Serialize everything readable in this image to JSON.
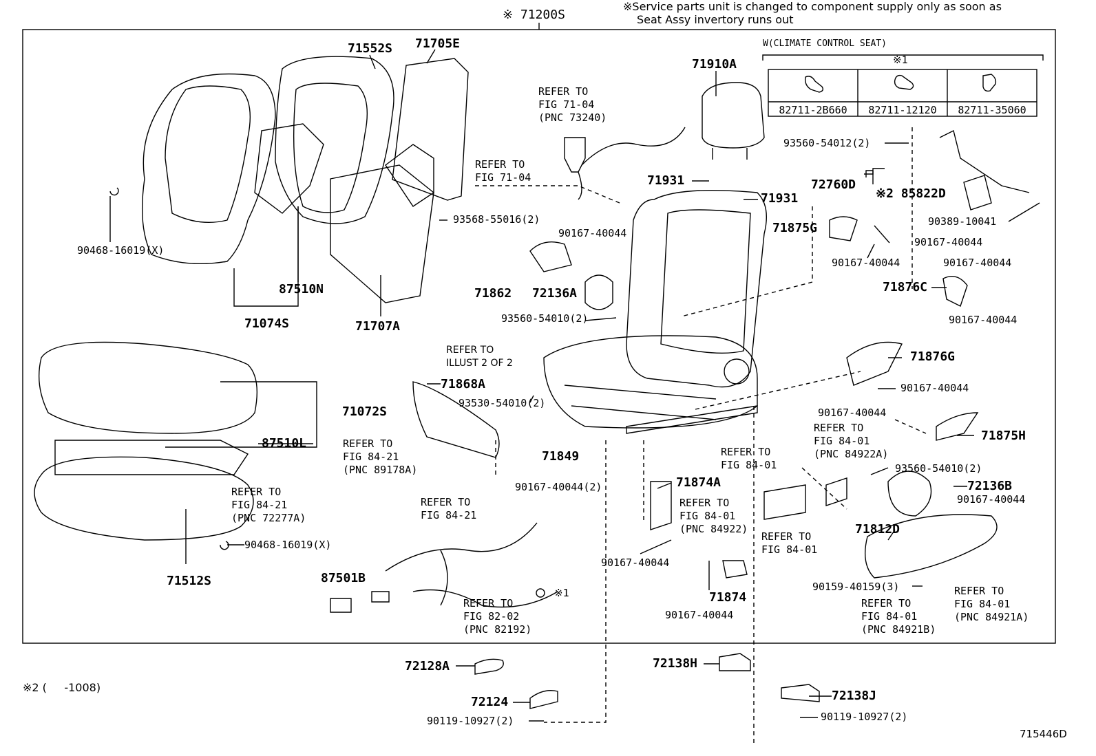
{
  "header": {
    "assembly": "※ 71200S",
    "notice_line1": "※Service parts unit is changed to component supply only as soon as",
    "notice_line2": "Seat Assy invertory runs out"
  },
  "climate": {
    "title": "W(CLIMATE CONTROL SEAT)",
    "mark": "※1",
    "parts": [
      "82711-2B660",
      "82711-12120",
      "82711-35060"
    ]
  },
  "parts": {
    "p71552S": "71552S",
    "p71705E": "71705E",
    "p71910A": "71910A",
    "p90468_16019_top": "90468-16019(X)",
    "p87510N": "87510N",
    "p71074S": "71074S",
    "p71707A": "71707A",
    "p93568_55016": "93568-55016(2)",
    "p93560_54012": "93560-54012(2)",
    "p72760D": "72760D",
    "p85822D": "※2 85822D",
    "p71931a": "71931",
    "p71931b": "71931",
    "p90389_10041": "90389-10041",
    "p71875G": "71875G",
    "p90167_a": "90167-40044",
    "p90167_b": "90167-40044",
    "p90167_c": "90167-40044",
    "p90167_d": "90167-40044",
    "p90167_e": "90167-40044",
    "p71876C": "71876C",
    "p71862": "71862",
    "p72136A": "72136A",
    "p93560_54010a": "93560-54010(2)",
    "p71876G": "71876G",
    "p90167_f": "90167-40044",
    "p71868A": "71868A",
    "p93530_54010": "93530-54010(2)",
    "p71072S": "71072S",
    "p87510L": "87510L",
    "p71849": "71849",
    "p90167_g": "90167-40044",
    "p71875H": "71875H",
    "p90167_h": "90167-40044(2)",
    "p93560_54010b": "93560-54010(2)",
    "p72136B": "72136B",
    "p71874A": "71874A",
    "p90167_i": "90167-40044",
    "p71812D": "71812D",
    "p90468_16019_bot": "90468-16019(X)",
    "p71512S": "71512S",
    "p87501B": "87501B",
    "p90167_j": "90167-40044",
    "p71874": "71874",
    "p90167_k": "90167-40044",
    "p90159_40159": "90159-40159(3)",
    "p72128A": "72128A",
    "p72138H": "72138H",
    "p72124": "72124",
    "p72138J": "72138J",
    "p90119_a": "90119-10927(2)",
    "p90119_b": "90119-10927(2)",
    "mark1": "※1"
  },
  "refs": {
    "r71_04_pnc": "REFER TO\nFIG 71-04\n(PNC 73240)",
    "r71_04": "REFER TO\nFIG 71-04",
    "r_illust": "REFER TO\nILLUST 2 OF 2",
    "r84_21_pnc89178": "REFER TO\nFIG 84-21\n(PNC 89178A)",
    "r84_21_pnc72277": "REFER TO\nFIG 84-21\n(PNC 72277A)",
    "r84_21": "REFER TO\nFIG 84-21",
    "r82_02": "REFER TO\nFIG 82-02\n(PNC 82192)",
    "r84_01_a": "REFER TO\nFIG 84-01",
    "r84_01_pnc84922A": "REFER TO\nFIG 84-01\n(PNC 84922A)",
    "r84_01_pnc84922": "REFER TO\nFIG 84-01\n(PNC 84922)",
    "r84_01_b": "REFER TO\nFIG 84-01",
    "r84_01_pnc84921B": "REFER TO\nFIG 84-01\n(PNC 84921B)",
    "r84_01_pnc84921A": "REFER TO\nFIG 84-01\n(PNC 84921A)"
  },
  "footnote": "※2 (     -1008)",
  "figure_id": "715446D"
}
